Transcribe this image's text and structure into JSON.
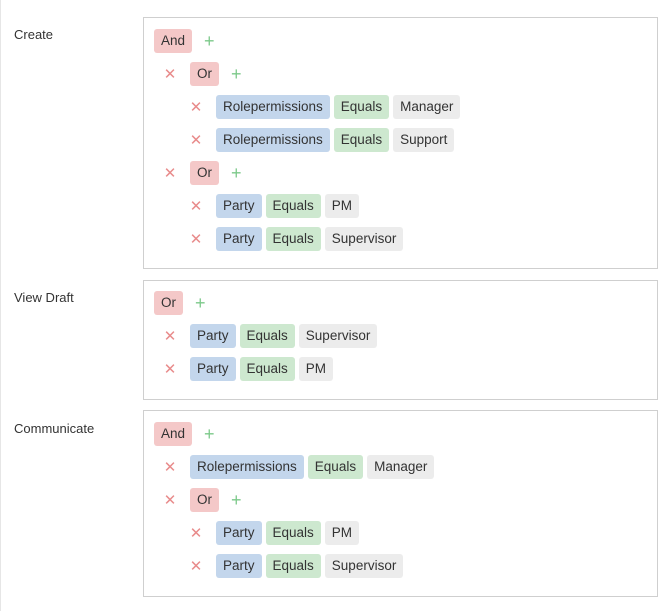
{
  "sections": [
    {
      "label": "Create",
      "root": {
        "op": "And",
        "plus": "+"
      },
      "groups": [
        {
          "remove": "✕",
          "op": "Or",
          "plus": "+",
          "conditions": [
            {
              "remove": "✕",
              "field": "Rolepermissions",
              "comparator": "Equals",
              "value": "Manager"
            },
            {
              "remove": "✕",
              "field": "Rolepermissions",
              "comparator": "Equals",
              "value": "Support"
            }
          ]
        },
        {
          "remove": "✕",
          "op": "Or",
          "plus": "+",
          "conditions": [
            {
              "remove": "✕",
              "field": "Party",
              "comparator": "Equals",
              "value": "PM"
            },
            {
              "remove": "✕",
              "field": "Party",
              "comparator": "Equals",
              "value": "Supervisor"
            }
          ]
        }
      ]
    },
    {
      "label": "View Draft",
      "root": {
        "op": "Or",
        "plus": "+"
      },
      "conditions": [
        {
          "remove": "✕",
          "field": "Party",
          "comparator": "Equals",
          "value": "Supervisor"
        },
        {
          "remove": "✕",
          "field": "Party",
          "comparator": "Equals",
          "value": "PM"
        }
      ]
    },
    {
      "label": "Communicate",
      "root": {
        "op": "And",
        "plus": "+"
      },
      "conditions": [
        {
          "remove": "✕",
          "field": "Rolepermissions",
          "comparator": "Equals",
          "value": "Manager"
        }
      ],
      "groups": [
        {
          "remove": "✕",
          "op": "Or",
          "plus": "+",
          "conditions": [
            {
              "remove": "✕",
              "field": "Party",
              "comparator": "Equals",
              "value": "PM"
            },
            {
              "remove": "✕",
              "field": "Party",
              "comparator": "Equals",
              "value": "Supervisor"
            }
          ]
        }
      ]
    }
  ]
}
